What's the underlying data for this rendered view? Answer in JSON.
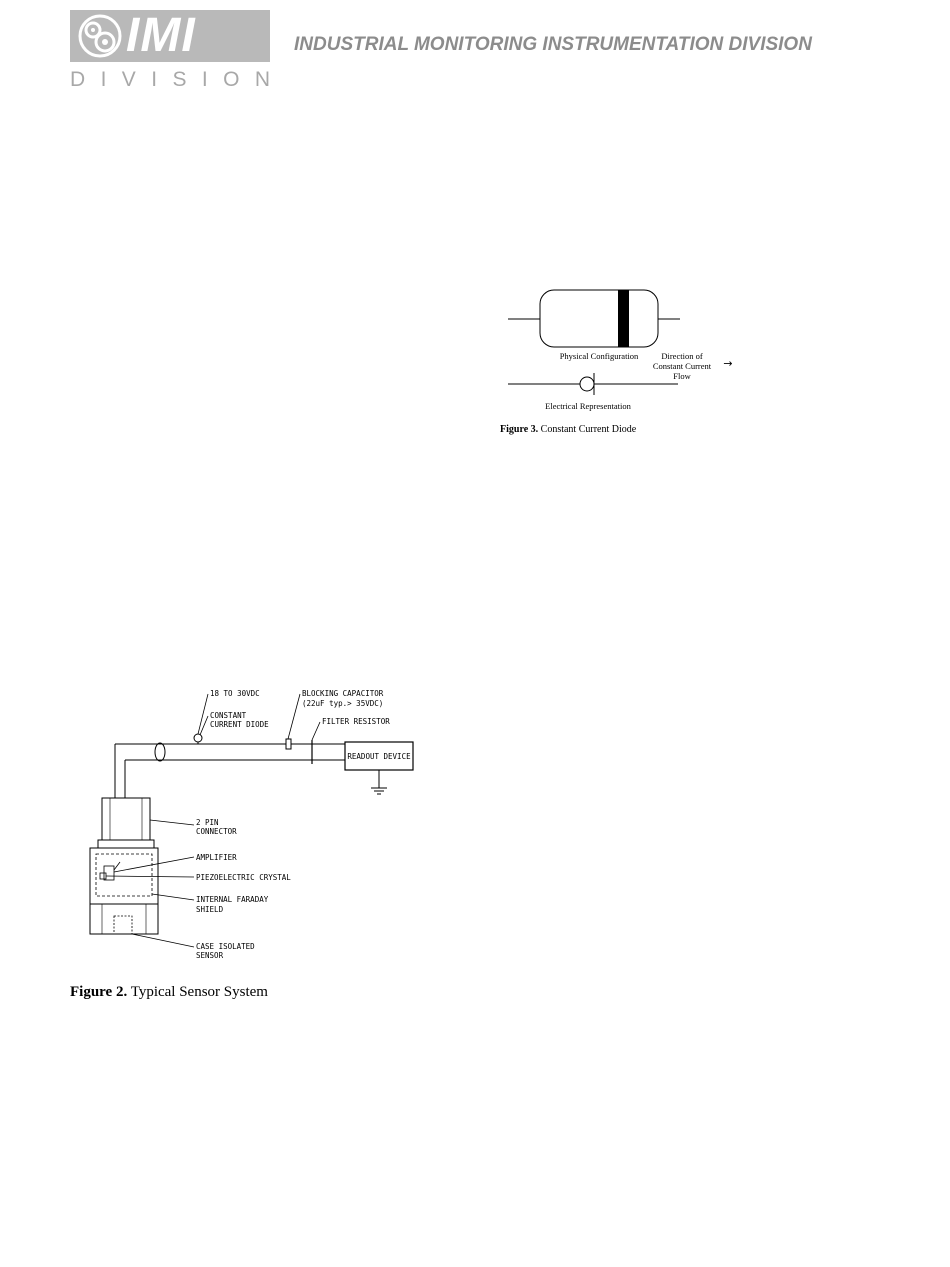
{
  "header": {
    "logo_text": "IMI",
    "logo_subtext": [
      "D",
      "I",
      "V",
      "I",
      "S",
      "I",
      "O",
      "N"
    ],
    "title": "INDUSTRIAL MONITORING INSTRUMENTATION DIVISION",
    "logo_color": "#b9b9b9",
    "title_color": "#8c8c8c"
  },
  "figure3": {
    "label_physical": "Physical Configuration",
    "label_direction": [
      "Direction of",
      "Constant Current",
      "Flow"
    ],
    "arrow": "→",
    "label_electrical": "Electrical Representation",
    "caption_num": "Figure 3.",
    "caption_text": "Constant Current Diode"
  },
  "figure2": {
    "labels": {
      "supply": "18 TO 30VDC",
      "ccd": [
        "CONSTANT",
        "CURRENT DIODE"
      ],
      "blocking_cap": [
        "BLOCKING CAPACITOR",
        "(22uF typ.> 35VDC)"
      ],
      "filter": "FILTER RESISTOR",
      "readout": "READOUT DEVICE",
      "connector": [
        "2 PIN",
        "CONNECTOR"
      ],
      "amplifier": "AMPLIFIER",
      "crystal": "PIEZOELECTRIC CRYSTAL",
      "shield": [
        "INTERNAL FARADAY",
        "SHIELD"
      ],
      "sensor": [
        "CASE ISOLATED",
        "SENSOR"
      ]
    },
    "caption_num": "Figure 2.",
    "caption_text": "Typical Sensor System"
  }
}
